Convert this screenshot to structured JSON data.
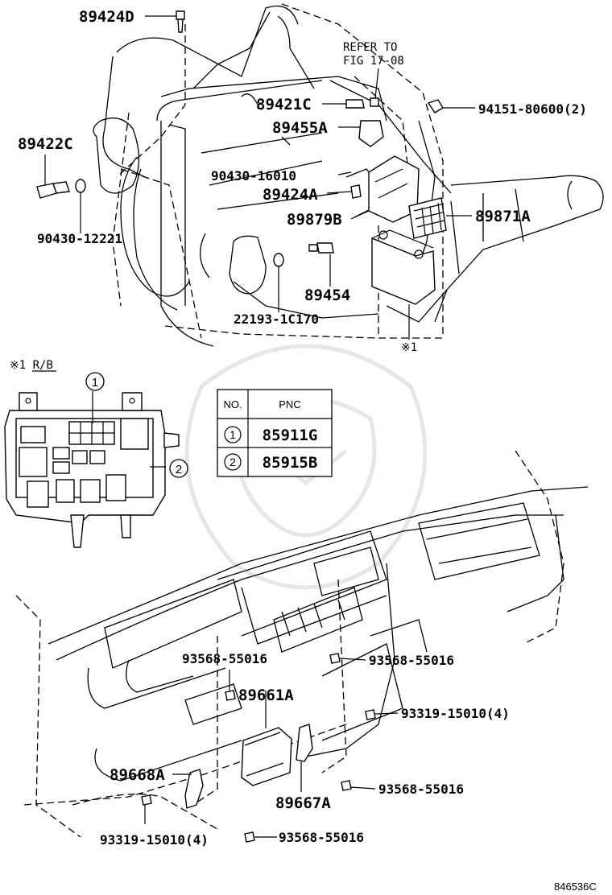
{
  "labels": {
    "p89424D": "89424D",
    "refer1": "REFER TO",
    "refer2": "FIG 17-08",
    "p89421C": "89421C",
    "p94151": "94151-80600(2)",
    "p89455A": "89455A",
    "p89422C": "89422C",
    "p90430_16010": "90430-16010",
    "p89424A": "89424A",
    "p89879B": "89879B",
    "p89871A": "89871A",
    "p90430_12221": "90430-12221",
    "p89454": "89454",
    "p22193": "22193-1C170",
    "note1": "※1",
    "rb_title": "※1  R/B",
    "callout1": "1",
    "callout2": "2",
    "p93568_a": "93568-55016",
    "p93568_b": "93568-55016",
    "p89661A": "89661A",
    "p93319_a": "93319-15010(4)",
    "p89668A": "89668A",
    "p89667A": "89667A",
    "p93568_c": "93568-55016",
    "p93319_b": "93319-15010(4)",
    "p93568_d": "93568-55016",
    "fig_code": "846536C"
  },
  "pnc_table": {
    "header_no": "NO.",
    "header_pnc": "PNC",
    "rows": [
      {
        "no": "1",
        "pnc": "85911G"
      },
      {
        "no": "2",
        "pnc": "85915B"
      }
    ]
  }
}
